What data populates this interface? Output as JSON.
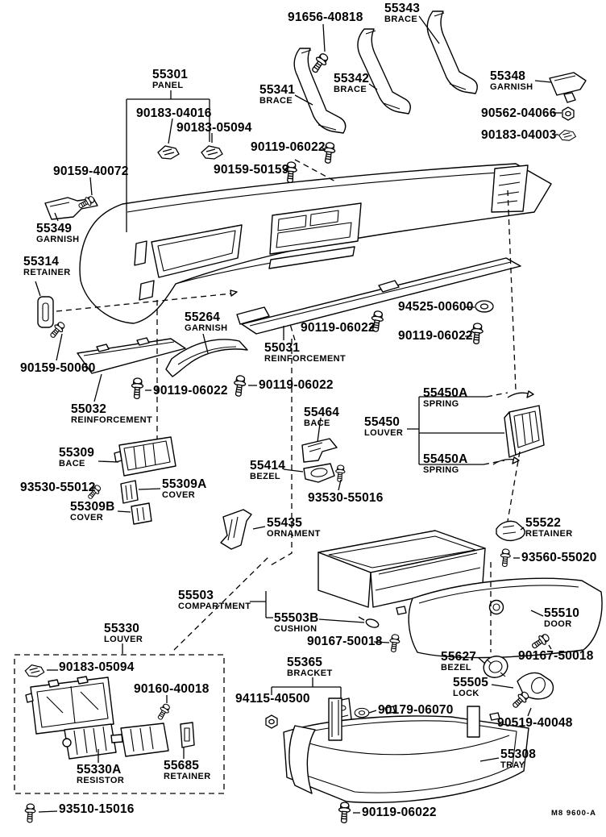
{
  "document": {
    "type": "parts-catalog-exploded-diagram",
    "footer": {
      "code": "M8 9600-A"
    }
  },
  "icons": {
    "screw-icon": "side view machine screw glyph",
    "clip-icon": "panel retaining clip glyph",
    "nut-icon": "hex nut glyph",
    "grommet-icon": "grommet/washer glyph"
  },
  "parts": [
    {
      "code": "91656-40818",
      "name": ""
    },
    {
      "code": "55343",
      "name": "BRACE"
    },
    {
      "code": "55301",
      "name": "PANEL"
    },
    {
      "code": "55341",
      "name": "BRACE"
    },
    {
      "code": "55342",
      "name": "BRACE"
    },
    {
      "code": "55348",
      "name": "GARNISH"
    },
    {
      "code": "90183-04016",
      "name": ""
    },
    {
      "code": "90183-05094",
      "name": ""
    },
    {
      "code": "90562-04066",
      "name": ""
    },
    {
      "code": "90183-04003",
      "name": ""
    },
    {
      "code": "90119-06022",
      "name": ""
    },
    {
      "code": "90159-40072",
      "name": ""
    },
    {
      "code": "90159-50159",
      "name": ""
    },
    {
      "code": "55349",
      "name": "GARNISH"
    },
    {
      "code": "55314",
      "name": "RETAINER"
    },
    {
      "code": "55264",
      "name": "GARNISH"
    },
    {
      "code": "94525-00600",
      "name": ""
    },
    {
      "code": "90119-06022",
      "name": ""
    },
    {
      "code": "90119-06022",
      "name": ""
    },
    {
      "code": "55031",
      "name": "REINFORCEMENT"
    },
    {
      "code": "90159-50060",
      "name": ""
    },
    {
      "code": "90119-06022",
      "name": ""
    },
    {
      "code": "90119-06022",
      "name": ""
    },
    {
      "code": "55032",
      "name": "REINFORCEMENT"
    },
    {
      "code": "55450A",
      "name": "SPRING"
    },
    {
      "code": "55464",
      "name": "BACE"
    },
    {
      "code": "55450",
      "name": "LOUVER"
    },
    {
      "code": "55450A",
      "name": "SPRING"
    },
    {
      "code": "55309",
      "name": "BACE"
    },
    {
      "code": "55414",
      "name": "BEZEL"
    },
    {
      "code": "93530-55012",
      "name": ""
    },
    {
      "code": "55309A",
      "name": "COVER"
    },
    {
      "code": "93530-55016",
      "name": ""
    },
    {
      "code": "55309B",
      "name": "COVER"
    },
    {
      "code": "55435",
      "name": "ORNAMENT"
    },
    {
      "code": "55522",
      "name": "RETAINER"
    },
    {
      "code": "93560-55020",
      "name": ""
    },
    {
      "code": "55503",
      "name": "COMPARTMENT"
    },
    {
      "code": "55503B",
      "name": "CUSHION"
    },
    {
      "code": "55510",
      "name": "DOOR"
    },
    {
      "code": "90167-50018",
      "name": ""
    },
    {
      "code": "55330",
      "name": "LOUVER"
    },
    {
      "code": "90183-05094",
      "name": ""
    },
    {
      "code": "90160-40018",
      "name": ""
    },
    {
      "code": "55365",
      "name": "BRACKET"
    },
    {
      "code": "94115-40500",
      "name": ""
    },
    {
      "code": "90179-06070",
      "name": ""
    },
    {
      "code": "55627",
      "name": "BEZEL"
    },
    {
      "code": "90167-50018",
      "name": ""
    },
    {
      "code": "55505",
      "name": "LOCK"
    },
    {
      "code": "90519-40048",
      "name": ""
    },
    {
      "code": "55330A",
      "name": "RESISTOR"
    },
    {
      "code": "55685",
      "name": "RETAINER"
    },
    {
      "code": "55308",
      "name": "TRAY"
    },
    {
      "code": "93510-15016",
      "name": ""
    },
    {
      "code": "90119-06022",
      "name": ""
    }
  ]
}
